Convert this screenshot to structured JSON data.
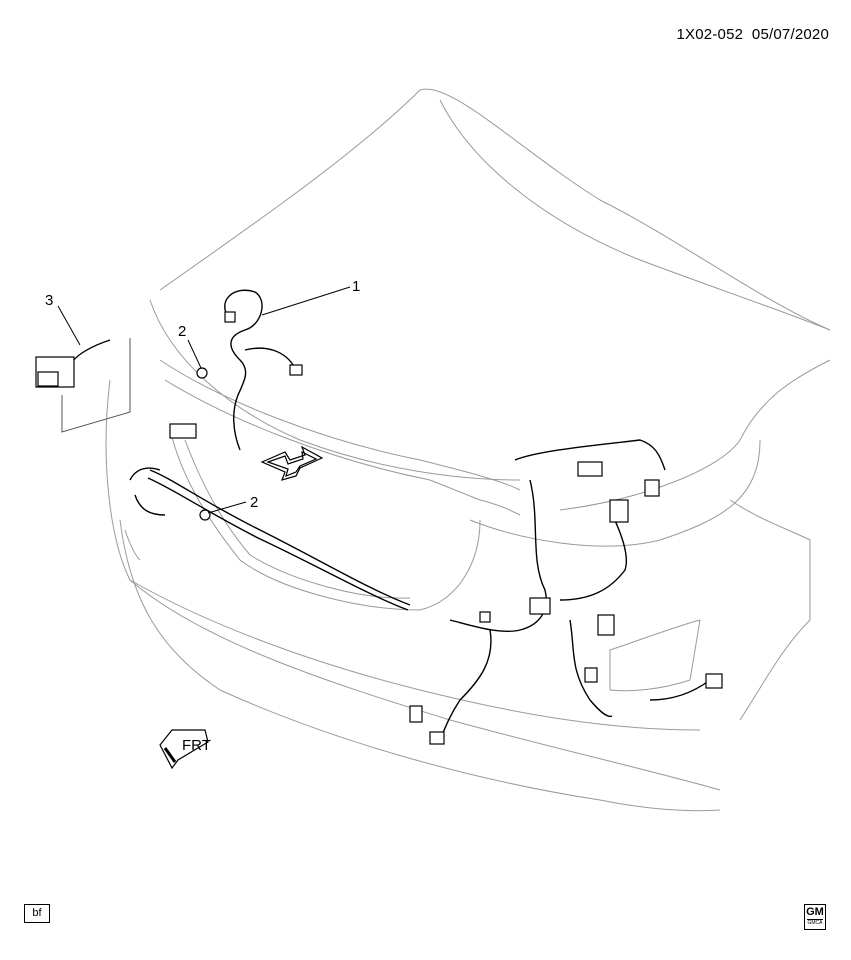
{
  "header": {
    "code": "1X02-052",
    "date": "05/07/2020"
  },
  "callouts": [
    {
      "id": "1",
      "label": "1"
    },
    {
      "id": "2a",
      "label": "2"
    },
    {
      "id": "2b",
      "label": "2"
    },
    {
      "id": "3",
      "label": "3"
    }
  ],
  "direction_arrow": {
    "label": "FRT"
  },
  "footer": {
    "box_label": "bf",
    "logo_text": "GM",
    "logo_subtext": "GMCA"
  },
  "colors": {
    "line": "#000000",
    "body_outline": "#9a9a9a",
    "background": "#ffffff"
  }
}
